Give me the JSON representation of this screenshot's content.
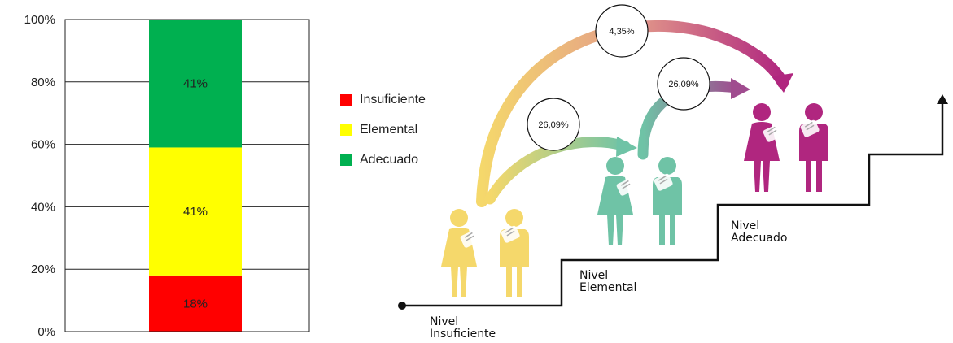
{
  "chart_data": {
    "type": "bar",
    "stacked": true,
    "categories": [
      ""
    ],
    "series": [
      {
        "name": "Insuficiente",
        "values": [
          18
        ],
        "color": "#ff0000"
      },
      {
        "name": "Elemental",
        "values": [
          41
        ],
        "color": "#ffff00"
      },
      {
        "name": "Adecuado",
        "values": [
          41
        ],
        "color": "#00b050"
      }
    ],
    "ylim": [
      0,
      100
    ],
    "y_ticks": [
      "0%",
      "20%",
      "40%",
      "60%",
      "80%",
      "100%"
    ],
    "y_tick_values": [
      0,
      20,
      40,
      60,
      80,
      100
    ],
    "data_labels": [
      "18%",
      "41%",
      "41%"
    ],
    "grid": true,
    "legend_placement": "right"
  },
  "legend": {
    "insuficiente": "Insuficiente",
    "elemental": "Elemental",
    "adecuado": "Adecuado"
  },
  "infographic": {
    "steps": {
      "insuficiente": [
        "Nivel",
        "Insuficiente"
      ],
      "elemental": [
        "Nivel",
        "Elemental"
      ],
      "adecuado": [
        "Nivel",
        "Adecuado"
      ]
    },
    "transitions": {
      "insuficiente_to_elemental": "26,09%",
      "elemental_to_adecuado": "26,09%",
      "insuficiente_to_adecuado": "4,35%"
    },
    "colors": {
      "insuficiente": "#f5d86b",
      "elemental": "#6fc3a6",
      "adecuado": "#b0267f"
    },
    "icons": [
      "students-insuficiente-icon",
      "students-elemental-icon",
      "students-adecuado-icon"
    ]
  }
}
